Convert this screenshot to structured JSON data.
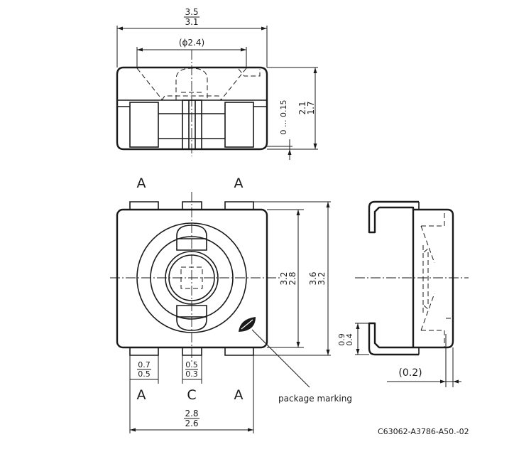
{
  "top_view": {
    "width_max": "3.5",
    "width_min": "3.1",
    "lens_diameter": "(ϕ2.4)",
    "lead_offset": "0 ... 0.15",
    "height_max": "2.1",
    "height_min": "1.7"
  },
  "front_view": {
    "pin_top_left": "A",
    "pin_top_right": "A",
    "pin_bottom_left": "A",
    "pin_bottom_center": "C",
    "pin_bottom_right": "A",
    "body_height_max": "3.2",
    "body_height_min": "2.8",
    "total_height_max": "3.6",
    "total_height_min": "3.2",
    "lead_width_max": "0.7",
    "lead_width_min": "0.5",
    "center_lead_max": "0.5",
    "center_lead_min": "0.3",
    "pitch_max": "2.8",
    "pitch_min": "2.6",
    "marking_label": "package marking"
  },
  "side_view": {
    "lead_height_max": "0.9",
    "lead_height_min": "0.4",
    "gap": "(0.2)"
  },
  "drawing_number": "C63062-A3786-A50.-02"
}
